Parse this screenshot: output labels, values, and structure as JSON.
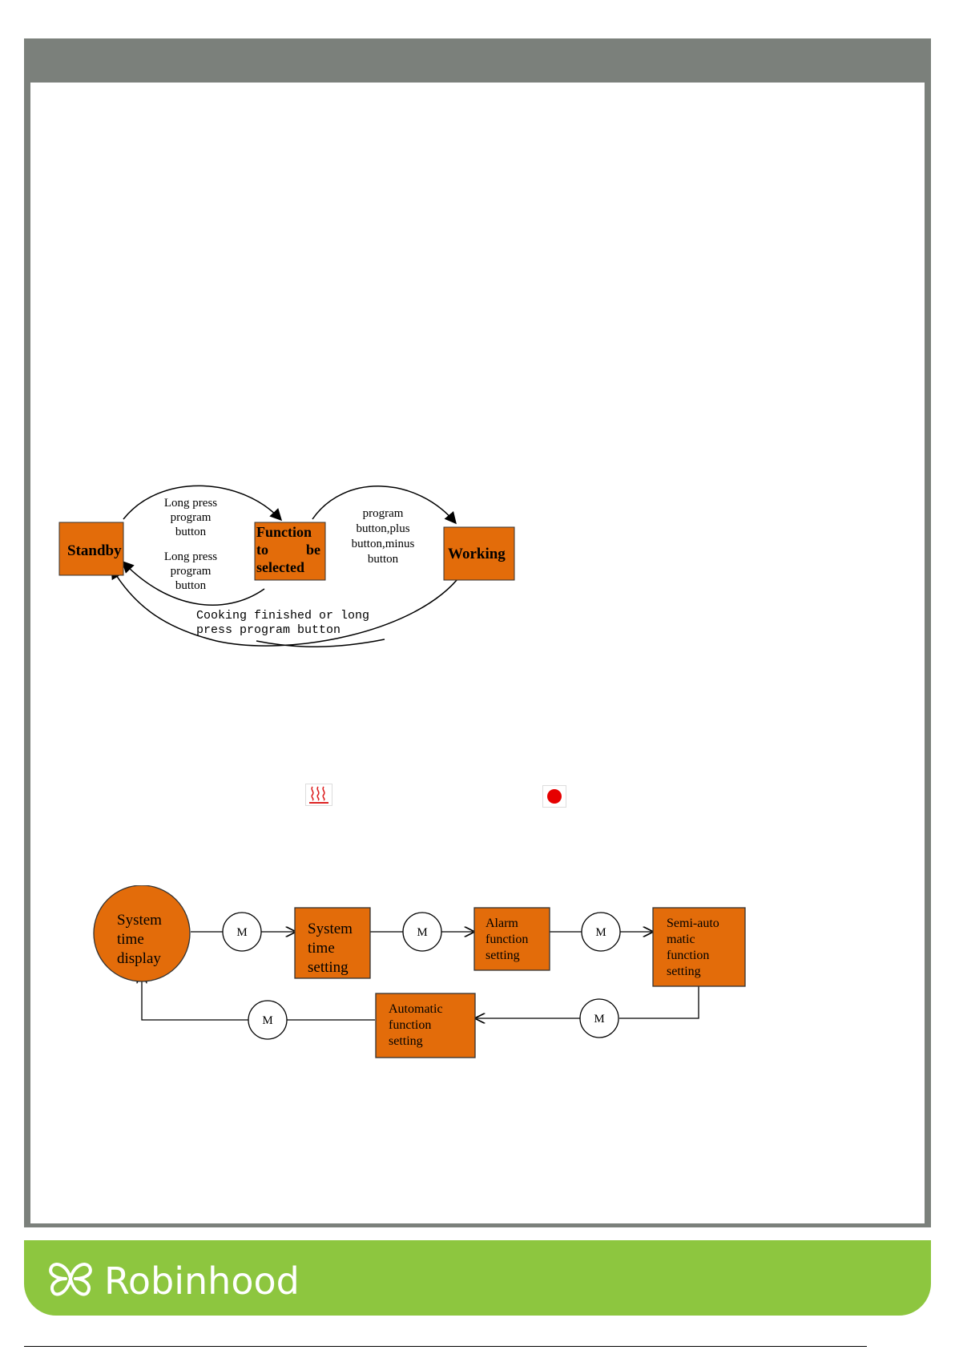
{
  "state_diagram": {
    "states": {
      "standby": "Standby",
      "function_selected": [
        "Function",
        "to",
        "be",
        "selected"
      ],
      "working": "Working"
    },
    "transitions": {
      "standby_to_function": [
        "Long press",
        "program",
        "button"
      ],
      "function_to_standby": [
        "Long press",
        "program",
        "button"
      ],
      "function_to_working": [
        "program",
        "button,plus",
        "button,minus",
        "button"
      ],
      "working_to_standby": [
        "Cooking finished or long",
        "press program button"
      ]
    }
  },
  "indicators": {
    "heating_icon": "steam-heating-icon",
    "status_icon": "red-dot-icon",
    "status_color": "#e60000"
  },
  "flow_diagram": {
    "start": [
      "System",
      "time",
      "display"
    ],
    "steps": [
      [
        "System",
        "time",
        "setting"
      ],
      [
        "Alarm",
        "function",
        "setting"
      ],
      [
        "Semi-auto",
        "matic",
        "function",
        "setting"
      ],
      [
        "Automatic",
        "function",
        "setting"
      ]
    ],
    "connector_label": "M"
  },
  "brand": {
    "name": "Robinhood"
  },
  "colors": {
    "box_fill": "#e36c0a",
    "frame_gray": "#7b807b",
    "footer_green": "#8dc63f"
  }
}
